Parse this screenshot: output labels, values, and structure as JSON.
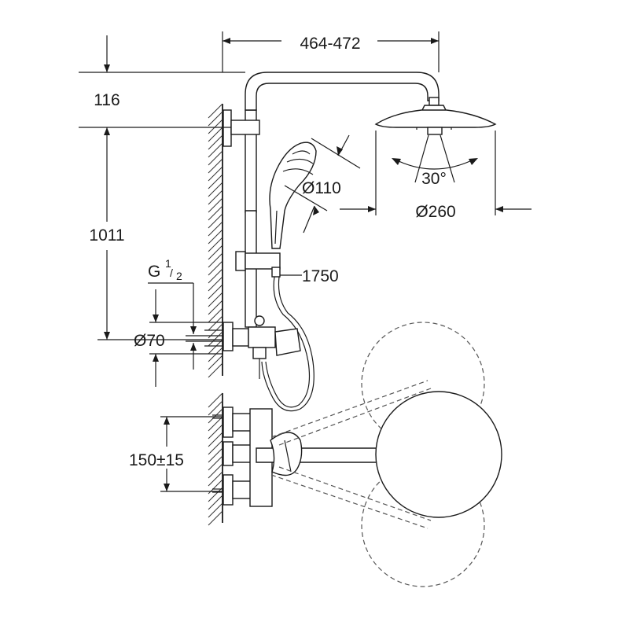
{
  "dimensions": {
    "width": "464-472",
    "top_offset": "116",
    "height": "1011",
    "connection": "G",
    "connection_fraction_num": "1",
    "connection_fraction_den": "2",
    "flange": "Ø70",
    "hand_shower": "Ø110",
    "head_shower": "Ø260",
    "hose": "1750",
    "angle": "30°",
    "centers": "150±15"
  },
  "colors": {
    "line": "#1a1a1a",
    "dashed": "#555555",
    "background": "#ffffff"
  }
}
